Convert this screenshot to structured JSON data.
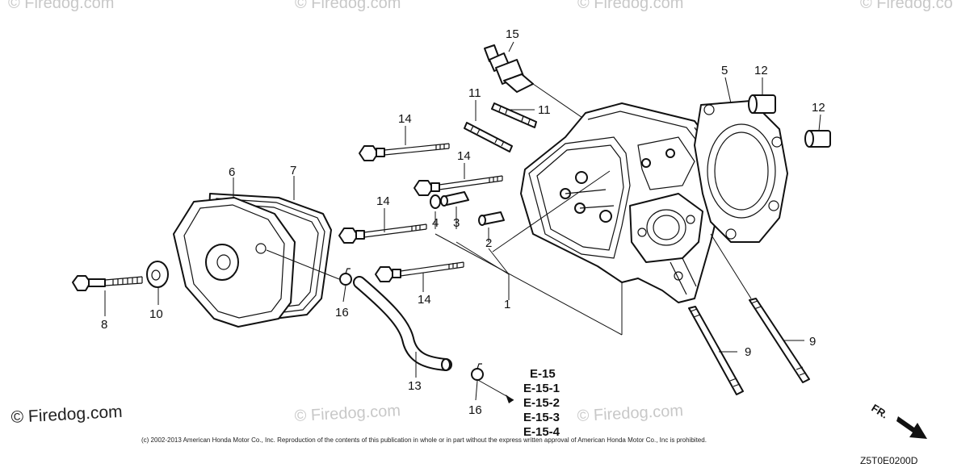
{
  "watermarks": {
    "main": "© Firedog.com",
    "faint": [
      "© Firedog.com",
      "© Firedog.com",
      "© Firedog.com",
      "© Firedog.com",
      "© Firedog.com",
      "© Firedog.com"
    ]
  },
  "callouts": {
    "c1": "1",
    "c2": "2",
    "c3": "3",
    "c4": "4",
    "c5": "5",
    "c6": "6",
    "c7": "7",
    "c8": "8",
    "c9a": "9",
    "c9b": "9",
    "c10": "10",
    "c11a": "11",
    "c11b": "11",
    "c12a": "12",
    "c12b": "12",
    "c13": "13",
    "c14a": "14",
    "c14b": "14",
    "c14c": "14",
    "c14d": "14",
    "c15": "15",
    "c16a": "16",
    "c16b": "16"
  },
  "references": [
    "E-15",
    "E-15-1",
    "E-15-2",
    "E-15-3",
    "E-15-4"
  ],
  "copyright": "(c) 2002-2013 American Honda Motor Co., Inc. Reproduction of the contents of this publication in whole or in part without the express written approval of American Honda Motor Co., Inc is prohibited.",
  "diagram_code": "Z5T0E0200D",
  "front_indicator": "FR."
}
